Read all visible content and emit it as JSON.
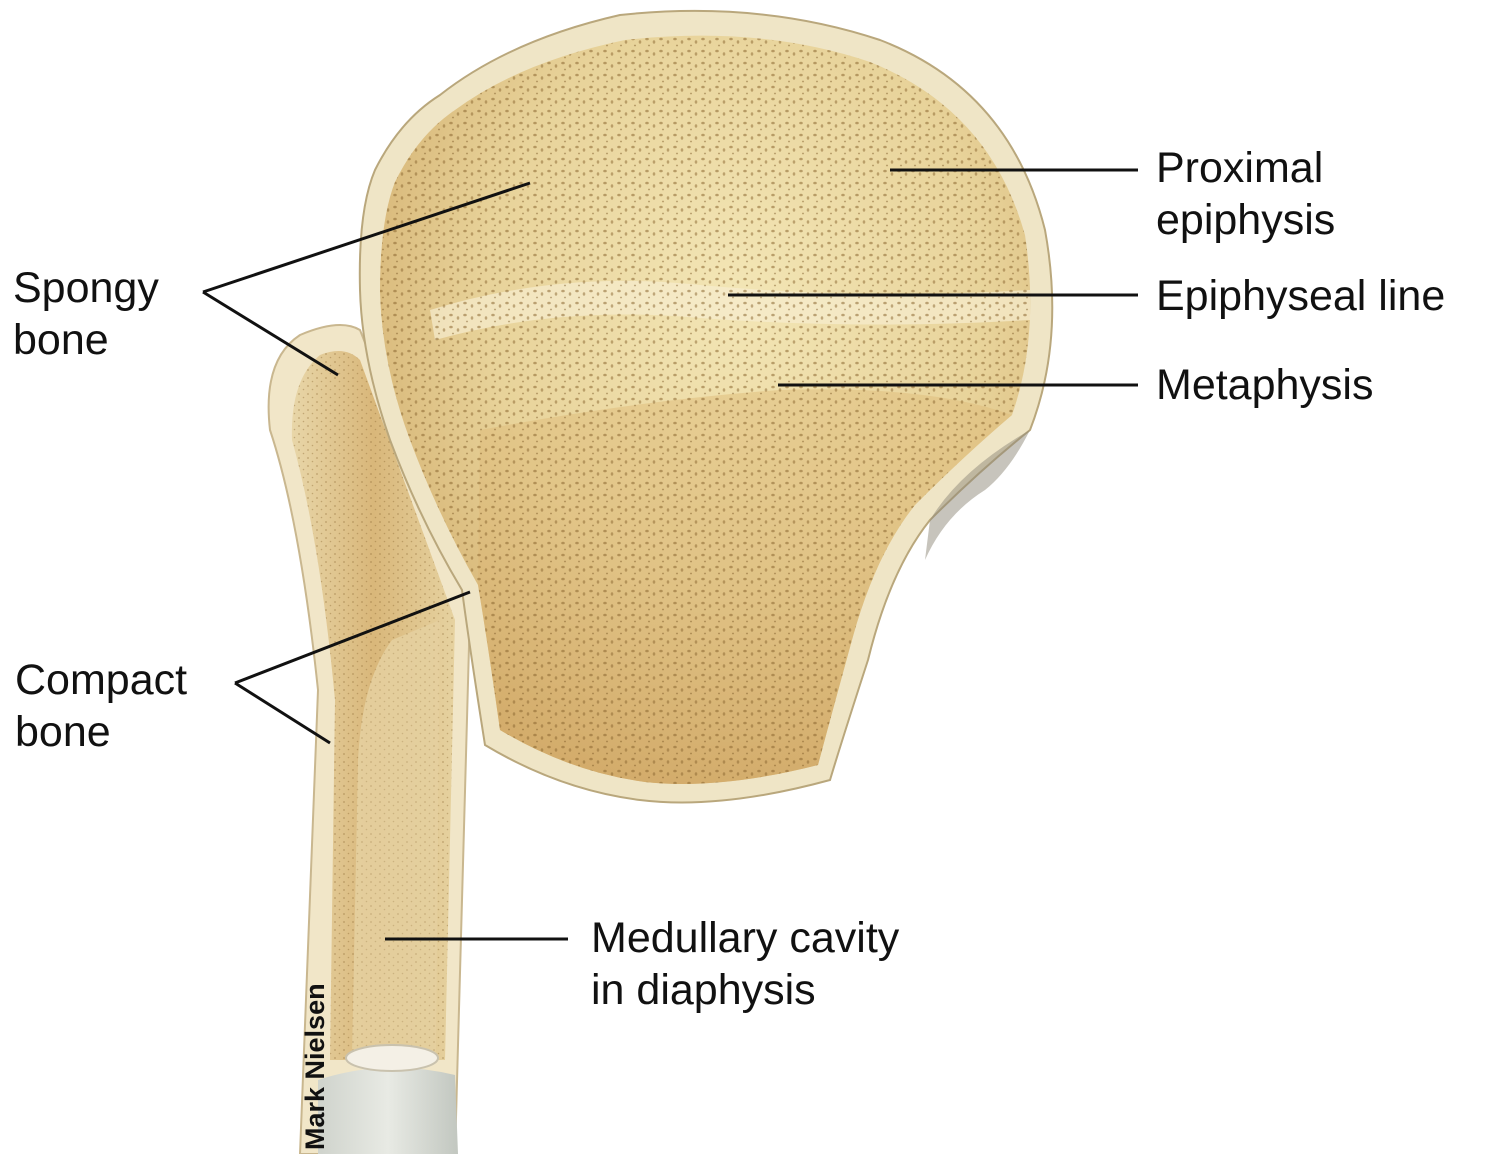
{
  "labels": {
    "spongy_bone": [
      "Spongy",
      "bone"
    ],
    "compact_bone": [
      "Compact",
      "bone"
    ],
    "proximal_epiphysis": [
      "Proximal",
      "epiphysis"
    ],
    "epiphyseal_line": "Epiphyseal line",
    "metaphysis": "Metaphysis",
    "medullary_cavity": [
      "Medullary cavity",
      "in diaphysis"
    ]
  },
  "credit": "Mark Nielsen",
  "colors": {
    "bone_light": "#f0e2b0",
    "bone_mid": "#d9b97c",
    "bone_dark": "#b98a4e",
    "cortex": "#f3ead0",
    "leader_line": "#111111",
    "text": "#111111"
  }
}
